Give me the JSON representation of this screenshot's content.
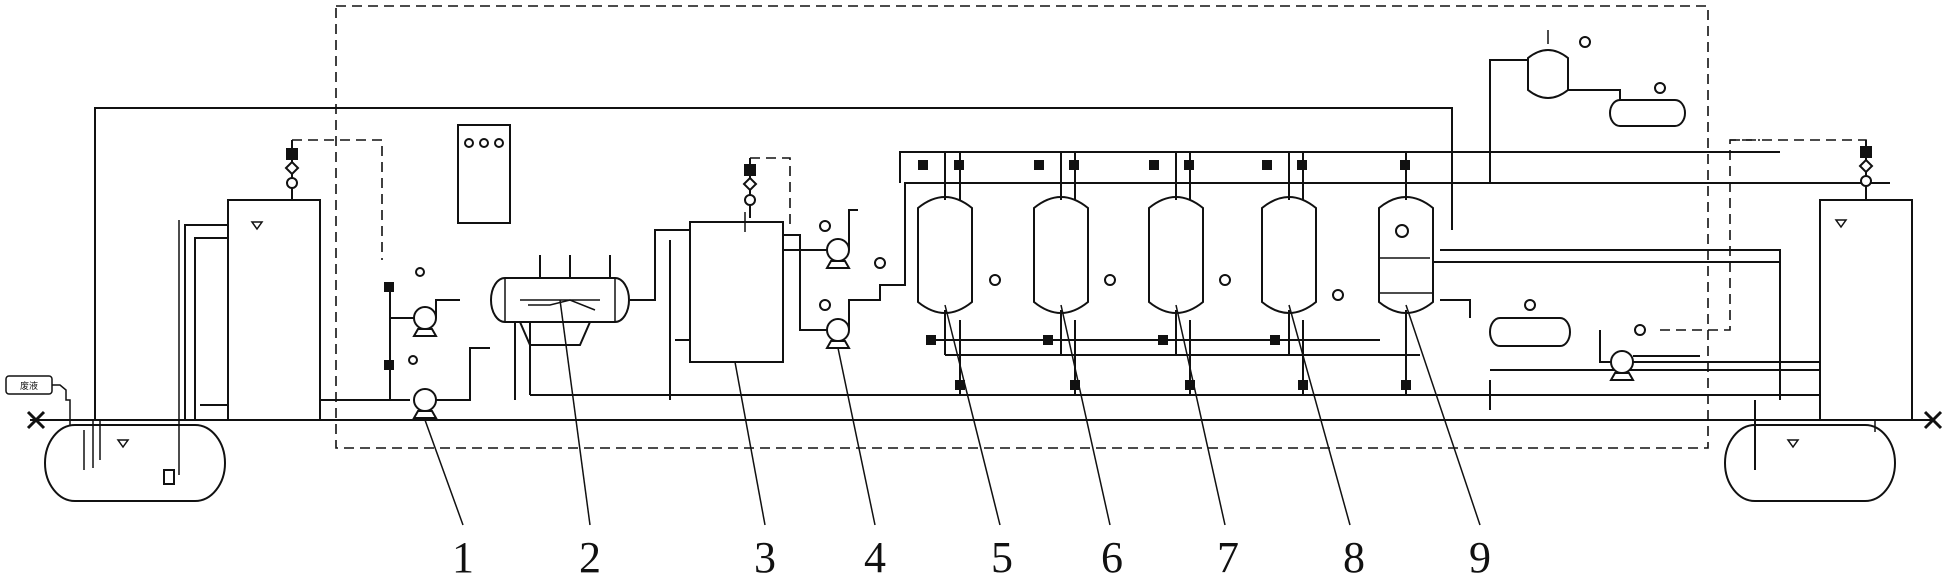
{
  "diagram": {
    "labels": [
      "1",
      "2",
      "3",
      "4",
      "5",
      "6",
      "7",
      "8",
      "9"
    ],
    "feed_tag": "废液"
  }
}
